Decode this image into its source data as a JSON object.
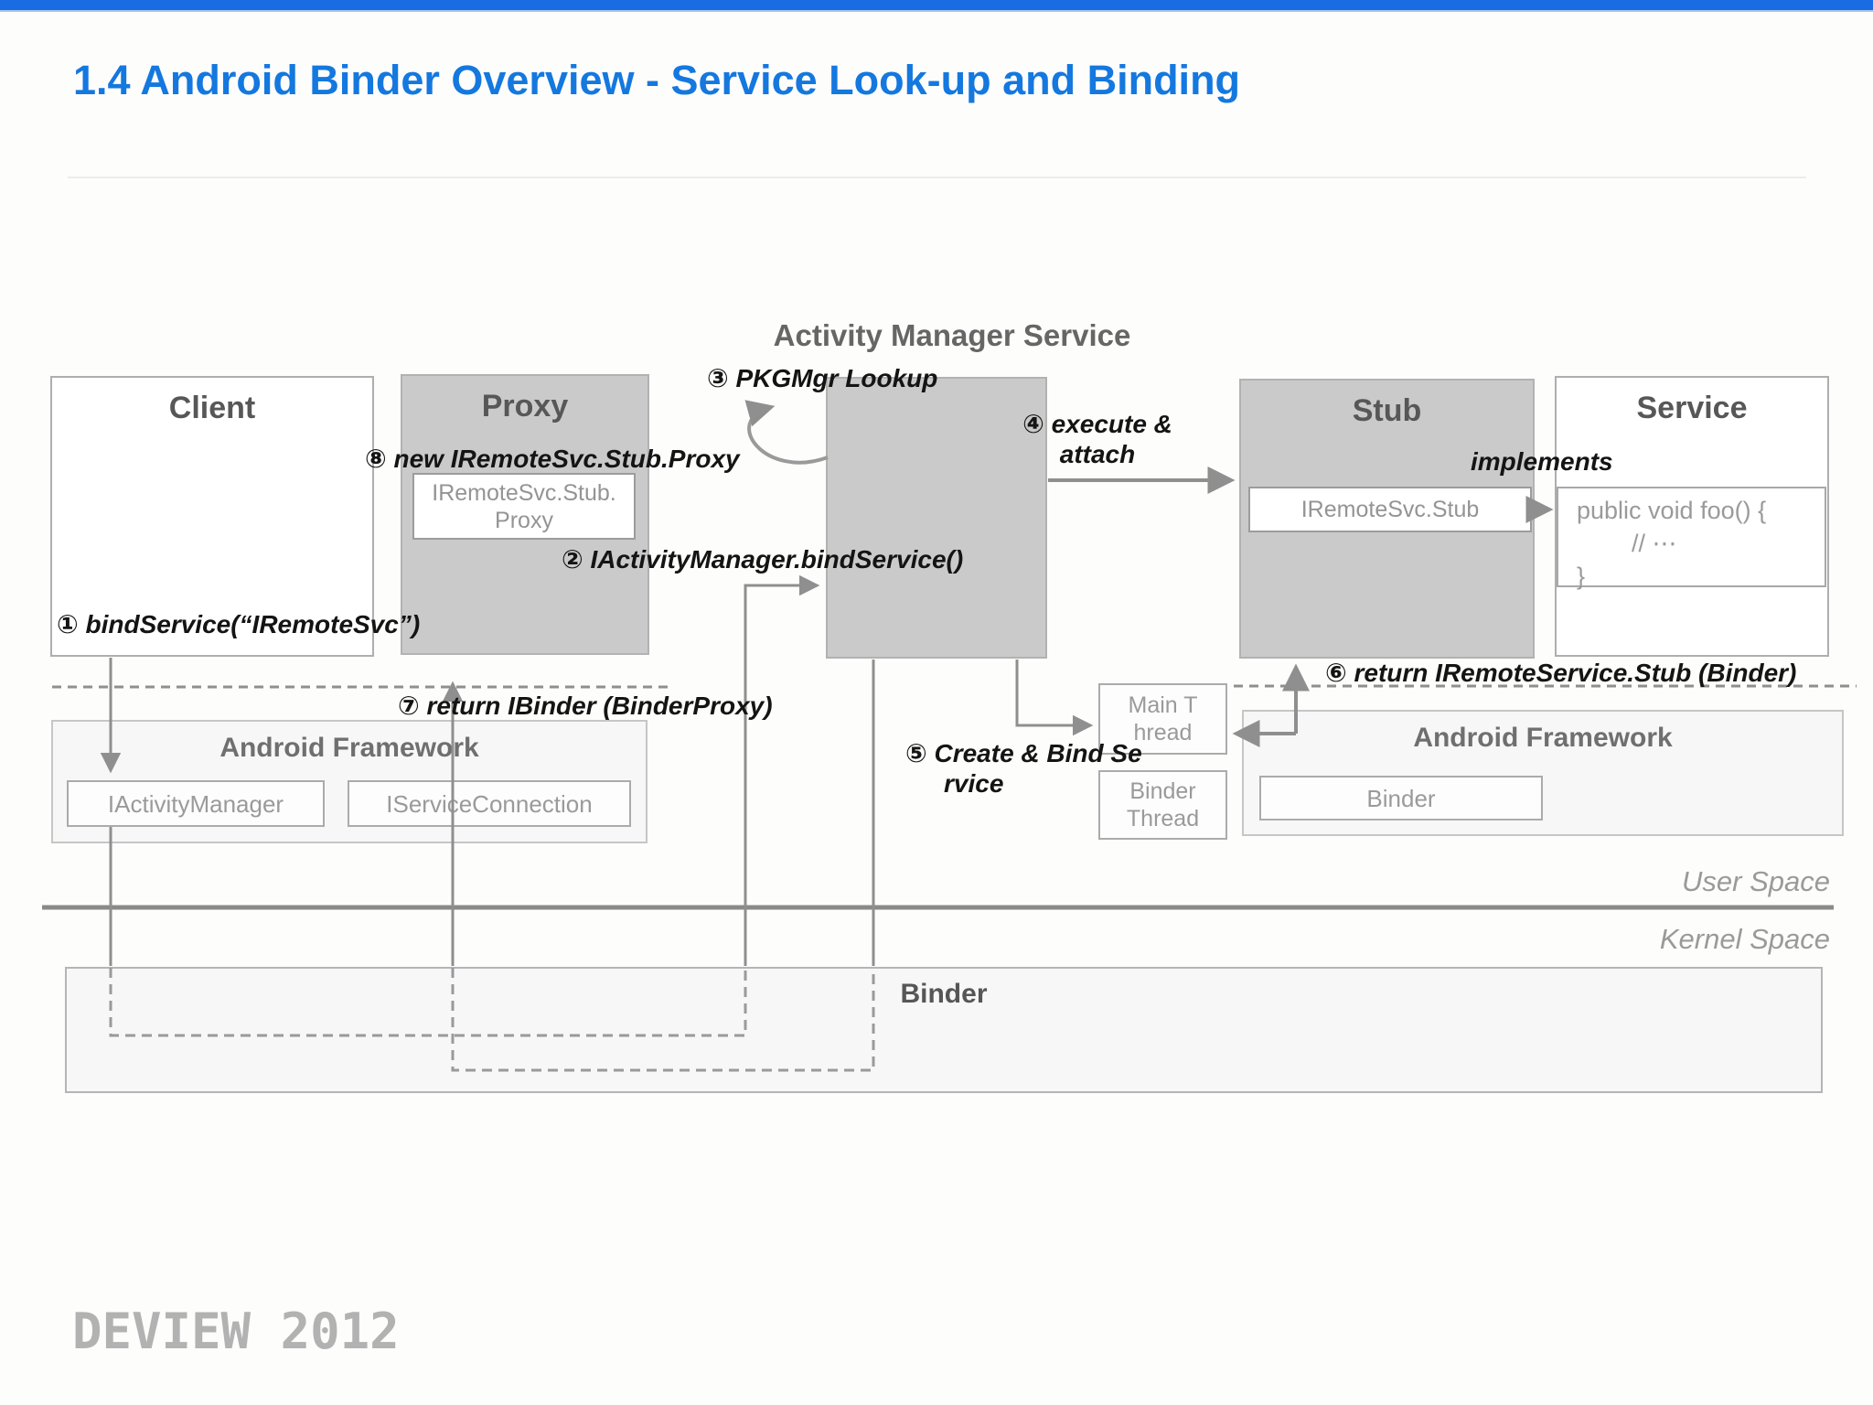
{
  "page": {
    "title": "1.4  Android Binder Overview - Service Look-up and Binding",
    "footer_logo": "DEVIEW 2012",
    "colors": {
      "topbar_blue": "#1a6ce2",
      "title_blue": "#1478df",
      "box_gray": "#cacaca",
      "line_gray": "#909090",
      "annotation_black": "#141414"
    }
  },
  "diagram": {
    "ams_title": "Activity Manager Service",
    "boxes": {
      "client": {
        "label": "Client"
      },
      "proxy": {
        "label": "Proxy",
        "inner_line1": "IRemoteSvc.Stub.",
        "inner_line2": "Proxy"
      },
      "stub": {
        "label": "Stub",
        "inner": "IRemoteSvc.Stub"
      },
      "service": {
        "label": "Service",
        "code_line1": "public void foo() {",
        "code_line2": "// ⋯",
        "code_line3": "}"
      }
    },
    "threads": {
      "main_line1": "Main T",
      "main_line2": "hread",
      "binder_line1": "Binder",
      "binder_line2": "Thread"
    },
    "frameworks": {
      "left": {
        "label": "Android Framework",
        "item1": "IActivityManager",
        "item2": "IServiceConnection"
      },
      "right": {
        "label": "Android Framework",
        "item1": "Binder"
      }
    },
    "spaces": {
      "user": "User Space",
      "kernel": "Kernel Space",
      "kernel_box_label": "Binder"
    },
    "annotations": {
      "a1": "① bindService(“IRemoteSvc”)",
      "a2": "② IActivityManager.bindService()",
      "a3": "③ PKGMgr Lookup",
      "a4_line1": "④ execute &",
      "a4_line2": "attach",
      "a5_line1": "⑤ Create & Bind Se",
      "a5_line2": "rvice",
      "a6": "⑥ return IRemoteService.Stub (Binder)",
      "a7": "⑦ return IBinder (BinderProxy)",
      "a8": "⑧ new IRemoteSvc.Stub.Proxy",
      "implements": "implements"
    }
  }
}
